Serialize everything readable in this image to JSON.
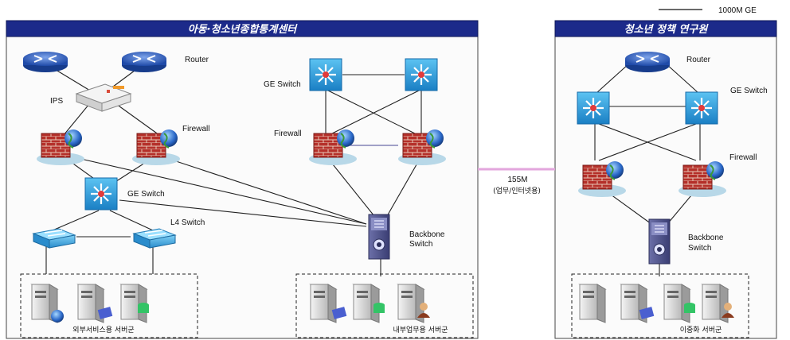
{
  "legend": {
    "label": "1000M GE"
  },
  "panels": {
    "left": {
      "title": "아동·청소년종합통계센터"
    },
    "right": {
      "title": "청소년 정책 연구원"
    }
  },
  "wan_link": {
    "speed": "155M",
    "purpose": "(업무/인터넷용)"
  },
  "devices": {
    "router": "Router",
    "ips": "IPS",
    "firewall": "Firewall",
    "ge_switch": "GE Switch",
    "l4_switch": "L4 Switch",
    "backbone": [
      "Backbone",
      "Switch"
    ]
  },
  "server_groups": {
    "external": "외부서비스용 서버군",
    "internal": "내부업무용 서버군",
    "redundant": "이중화 서버군"
  },
  "colors": {
    "header_bg": "#1c2a8a",
    "wan_link": "#e3a6dd",
    "switch_blue": "#2a9bd6",
    "firewall_red": "#b5302a",
    "backbone_purple": "#4b4f8a"
  }
}
